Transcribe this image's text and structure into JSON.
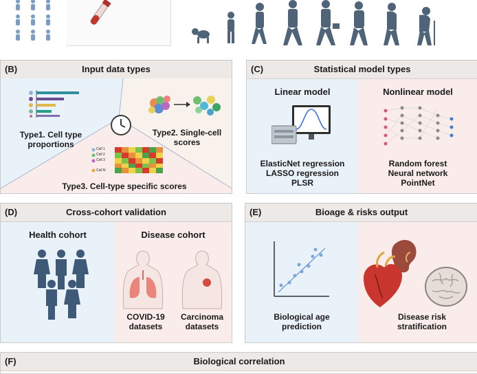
{
  "colors": {
    "header_bg": "#ece9e6",
    "blue_bg": "#e9f1f9",
    "pink_bg": "#f9ecea",
    "figure_blue": "#3f5a78",
    "silhouette": "#4f6479"
  },
  "panel_b": {
    "label": "(B)",
    "title": "Input data types",
    "type1": "Type1. Cell type proportions",
    "type2": "Type2. Single-cell scores",
    "type3": "Type3. Cell-type specific scores",
    "cell_labels": [
      "Cell 1",
      "Cell 2",
      "Cell 3",
      "Cell N"
    ]
  },
  "panel_c": {
    "label": "(C)",
    "title": "Statistical model types",
    "linear_title": "Linear model",
    "linear_items": [
      "ElasticNet regression",
      "LASSO regression",
      "PLSR"
    ],
    "nonlinear_title": "Nonlinear model",
    "nonlinear_items": [
      "Random forest",
      "Neural network",
      "PointNet"
    ]
  },
  "panel_d": {
    "label": "(D)",
    "title": "Cross-cohort validation",
    "health": "Health cohort",
    "disease": "Disease cohort",
    "covid": "COVID-19 datasets",
    "carcinoma": "Carcinoma datasets"
  },
  "panel_e": {
    "label": "(E)",
    "title": "Bioage & risks output",
    "bio_age": "Biological age prediction",
    "disease_risk": "Disease risk stratification"
  },
  "panel_f": {
    "label": "(F)",
    "title": "Biological correlation"
  }
}
